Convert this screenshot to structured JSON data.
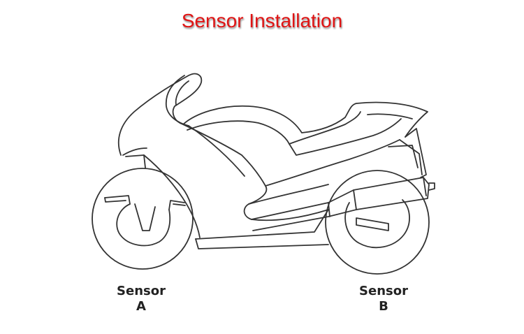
{
  "title": "Sensor Installation",
  "colors": {
    "title": "#e01414",
    "outline": "#333333",
    "label": "#222222",
    "background": "#ffffff"
  },
  "sensors": [
    {
      "word": "Sensor",
      "letter": "A"
    },
    {
      "word": "Sensor",
      "letter": "B"
    }
  ]
}
